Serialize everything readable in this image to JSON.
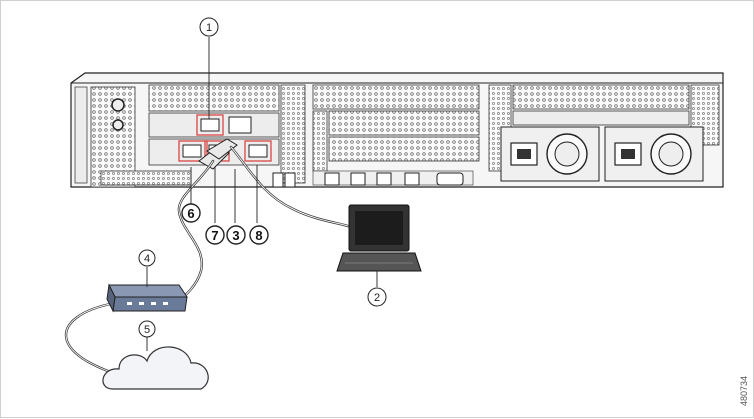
{
  "figure_id": "480734",
  "callouts": [
    {
      "id": "1",
      "label": "1"
    },
    {
      "id": "2",
      "label": "2"
    },
    {
      "id": "3",
      "label": "3"
    },
    {
      "id": "4",
      "label": "4"
    },
    {
      "id": "5",
      "label": "5"
    },
    {
      "id": "6",
      "label": "6"
    },
    {
      "id": "7",
      "label": "7"
    },
    {
      "id": "8",
      "label": "8"
    }
  ],
  "colors": {
    "highlight": "#d9534f",
    "chassis_fill": "#f6f6f6",
    "line": "#222222",
    "cloud_fill": "#f2f4f8",
    "switch_fill": "#6a7a99"
  },
  "icons": [
    "server-chassis-icon",
    "laptop-icon",
    "network-switch-icon",
    "cloud-icon",
    "power-supply-icon",
    "ethernet-port-icon"
  ]
}
